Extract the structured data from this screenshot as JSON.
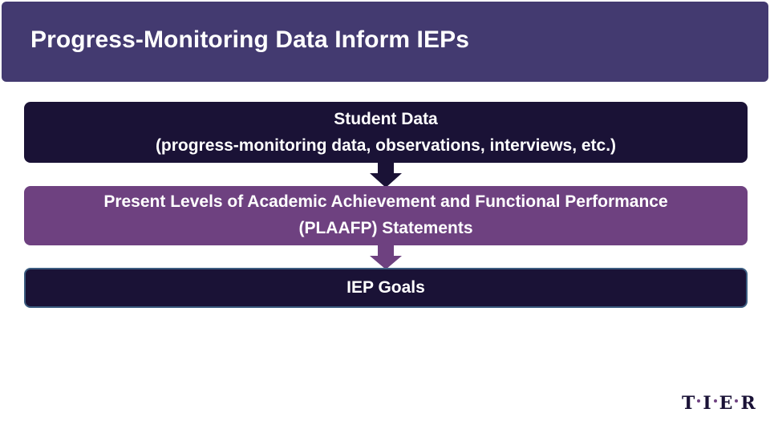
{
  "title": "Progress-Monitoring Data Inform IEPs",
  "flow": {
    "student_data": {
      "line1": "Student Data",
      "line2": "(progress-monitoring data, observations, interviews, etc.)"
    },
    "plaafp": {
      "line1": "Present Levels of Academic Achievement and Functional Performance",
      "line2": "(PLAAFP) Statements"
    },
    "goals": {
      "line1": "IEP Goals"
    }
  },
  "logo": {
    "letters": [
      "T",
      "I",
      "E",
      "R"
    ],
    "text": "TIER"
  },
  "colors": {
    "title_bar": "#433A70",
    "dark_box": "#1A1236",
    "purple_box": "#6E4180",
    "goals_border": "#3B5C80",
    "arrow_1": "#1A1236",
    "arrow_2": "#6E4180",
    "logo_dot": "#6E4180"
  }
}
